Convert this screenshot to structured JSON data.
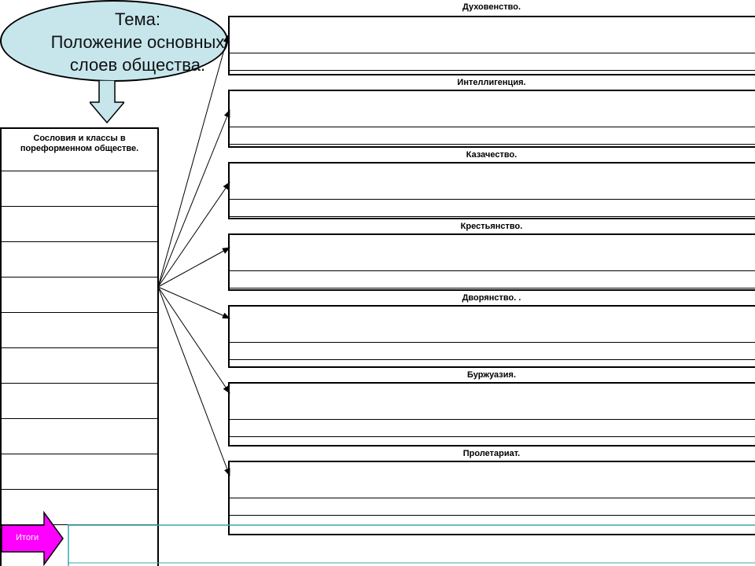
{
  "topic": {
    "line1": "Тема:",
    "line2": "Положение основных",
    "line3": "слоев общества."
  },
  "left_table": {
    "header": "Сословия и классы в пореформенном обществе."
  },
  "sections": [
    {
      "label": "Духовенство."
    },
    {
      "label": "Интеллигенция."
    },
    {
      "label": "Казачество."
    },
    {
      "label": "Крестьянство."
    },
    {
      "label": "Дворянство. ."
    },
    {
      "label": "Буржуазия."
    },
    {
      "label": "Пролетариат."
    }
  ],
  "itogi": {
    "label": "Итоги"
  },
  "colors": {
    "ellipse_fill": "#c6e6ec",
    "arrow_fill": "#c6e6ec",
    "itogi_fill": "#ff00ff",
    "bottom_line": "#3aa9a9"
  }
}
